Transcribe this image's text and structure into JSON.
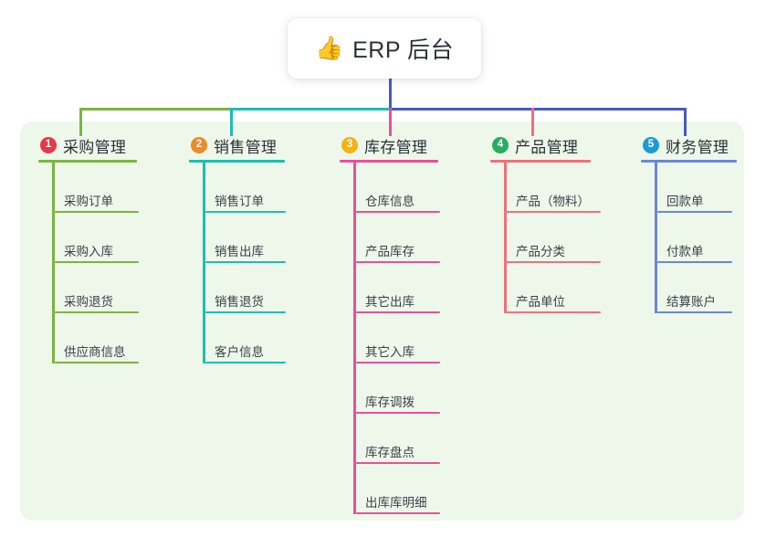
{
  "root": {
    "emoji": "👍",
    "emoji_name": "thumbs-up-icon",
    "label": "ERP 后台"
  },
  "colors": {
    "panel_background": "#eef8ea",
    "page_background": "#ffffff",
    "root_stem": "#4a56c4",
    "bus_green": "#7cb342",
    "bus_teal": "#1bbfae",
    "bus_blue": "#4a56c4",
    "text": "#2b2f38",
    "leaf_text": "#3a3f4a"
  },
  "branches": [
    {
      "number": "1",
      "title": "采购管理",
      "badge_color": "#e8374a",
      "line_color": "#7cb342",
      "drop_color": "#7cb342",
      "leaf_rule_width": 92,
      "items": [
        "采购订单",
        "采购入库",
        "采购退货",
        "供应商信息"
      ]
    },
    {
      "number": "2",
      "title": "销售管理",
      "badge_color": "#f08a27",
      "line_color": "#1bbfae",
      "drop_color": "#1bbfae",
      "leaf_rule_width": 88,
      "items": [
        "销售订单",
        "销售出库",
        "销售退货",
        "客户信息"
      ]
    },
    {
      "number": "3",
      "title": "库存管理",
      "badge_color": "#f5b316",
      "line_color": "#e8509a",
      "drop_color": "#e8509a",
      "leaf_rule_width": 92,
      "items": [
        "仓库信息",
        "产品库存",
        "其它出库",
        "其它入库",
        "库存调拨",
        "库存盘点",
        "出库库明细"
      ]
    },
    {
      "number": "4",
      "title": "产品管理",
      "badge_color": "#27ae60",
      "line_color": "#f0707a",
      "drop_color": "#f0707a",
      "leaf_rule_width": 103,
      "items": [
        "产品（物料）",
        "产品分类",
        "产品单位"
      ]
    },
    {
      "number": "5",
      "title": "财务管理",
      "badge_color": "#1c9ad6",
      "line_color": "#6b86d8",
      "drop_color": "#4a56c4",
      "leaf_rule_width": 82,
      "items": [
        "回款单",
        "付款单",
        "结算账户"
      ]
    }
  ],
  "connectors": {
    "root_stem_label": "root-stem",
    "bus_label": "branch-bus",
    "segments": [
      {
        "name": "bus-segment-green",
        "color": "#7cb342"
      },
      {
        "name": "bus-segment-teal",
        "color": "#1bbfae"
      },
      {
        "name": "bus-segment-blue",
        "color": "#4a56c4"
      }
    ]
  }
}
